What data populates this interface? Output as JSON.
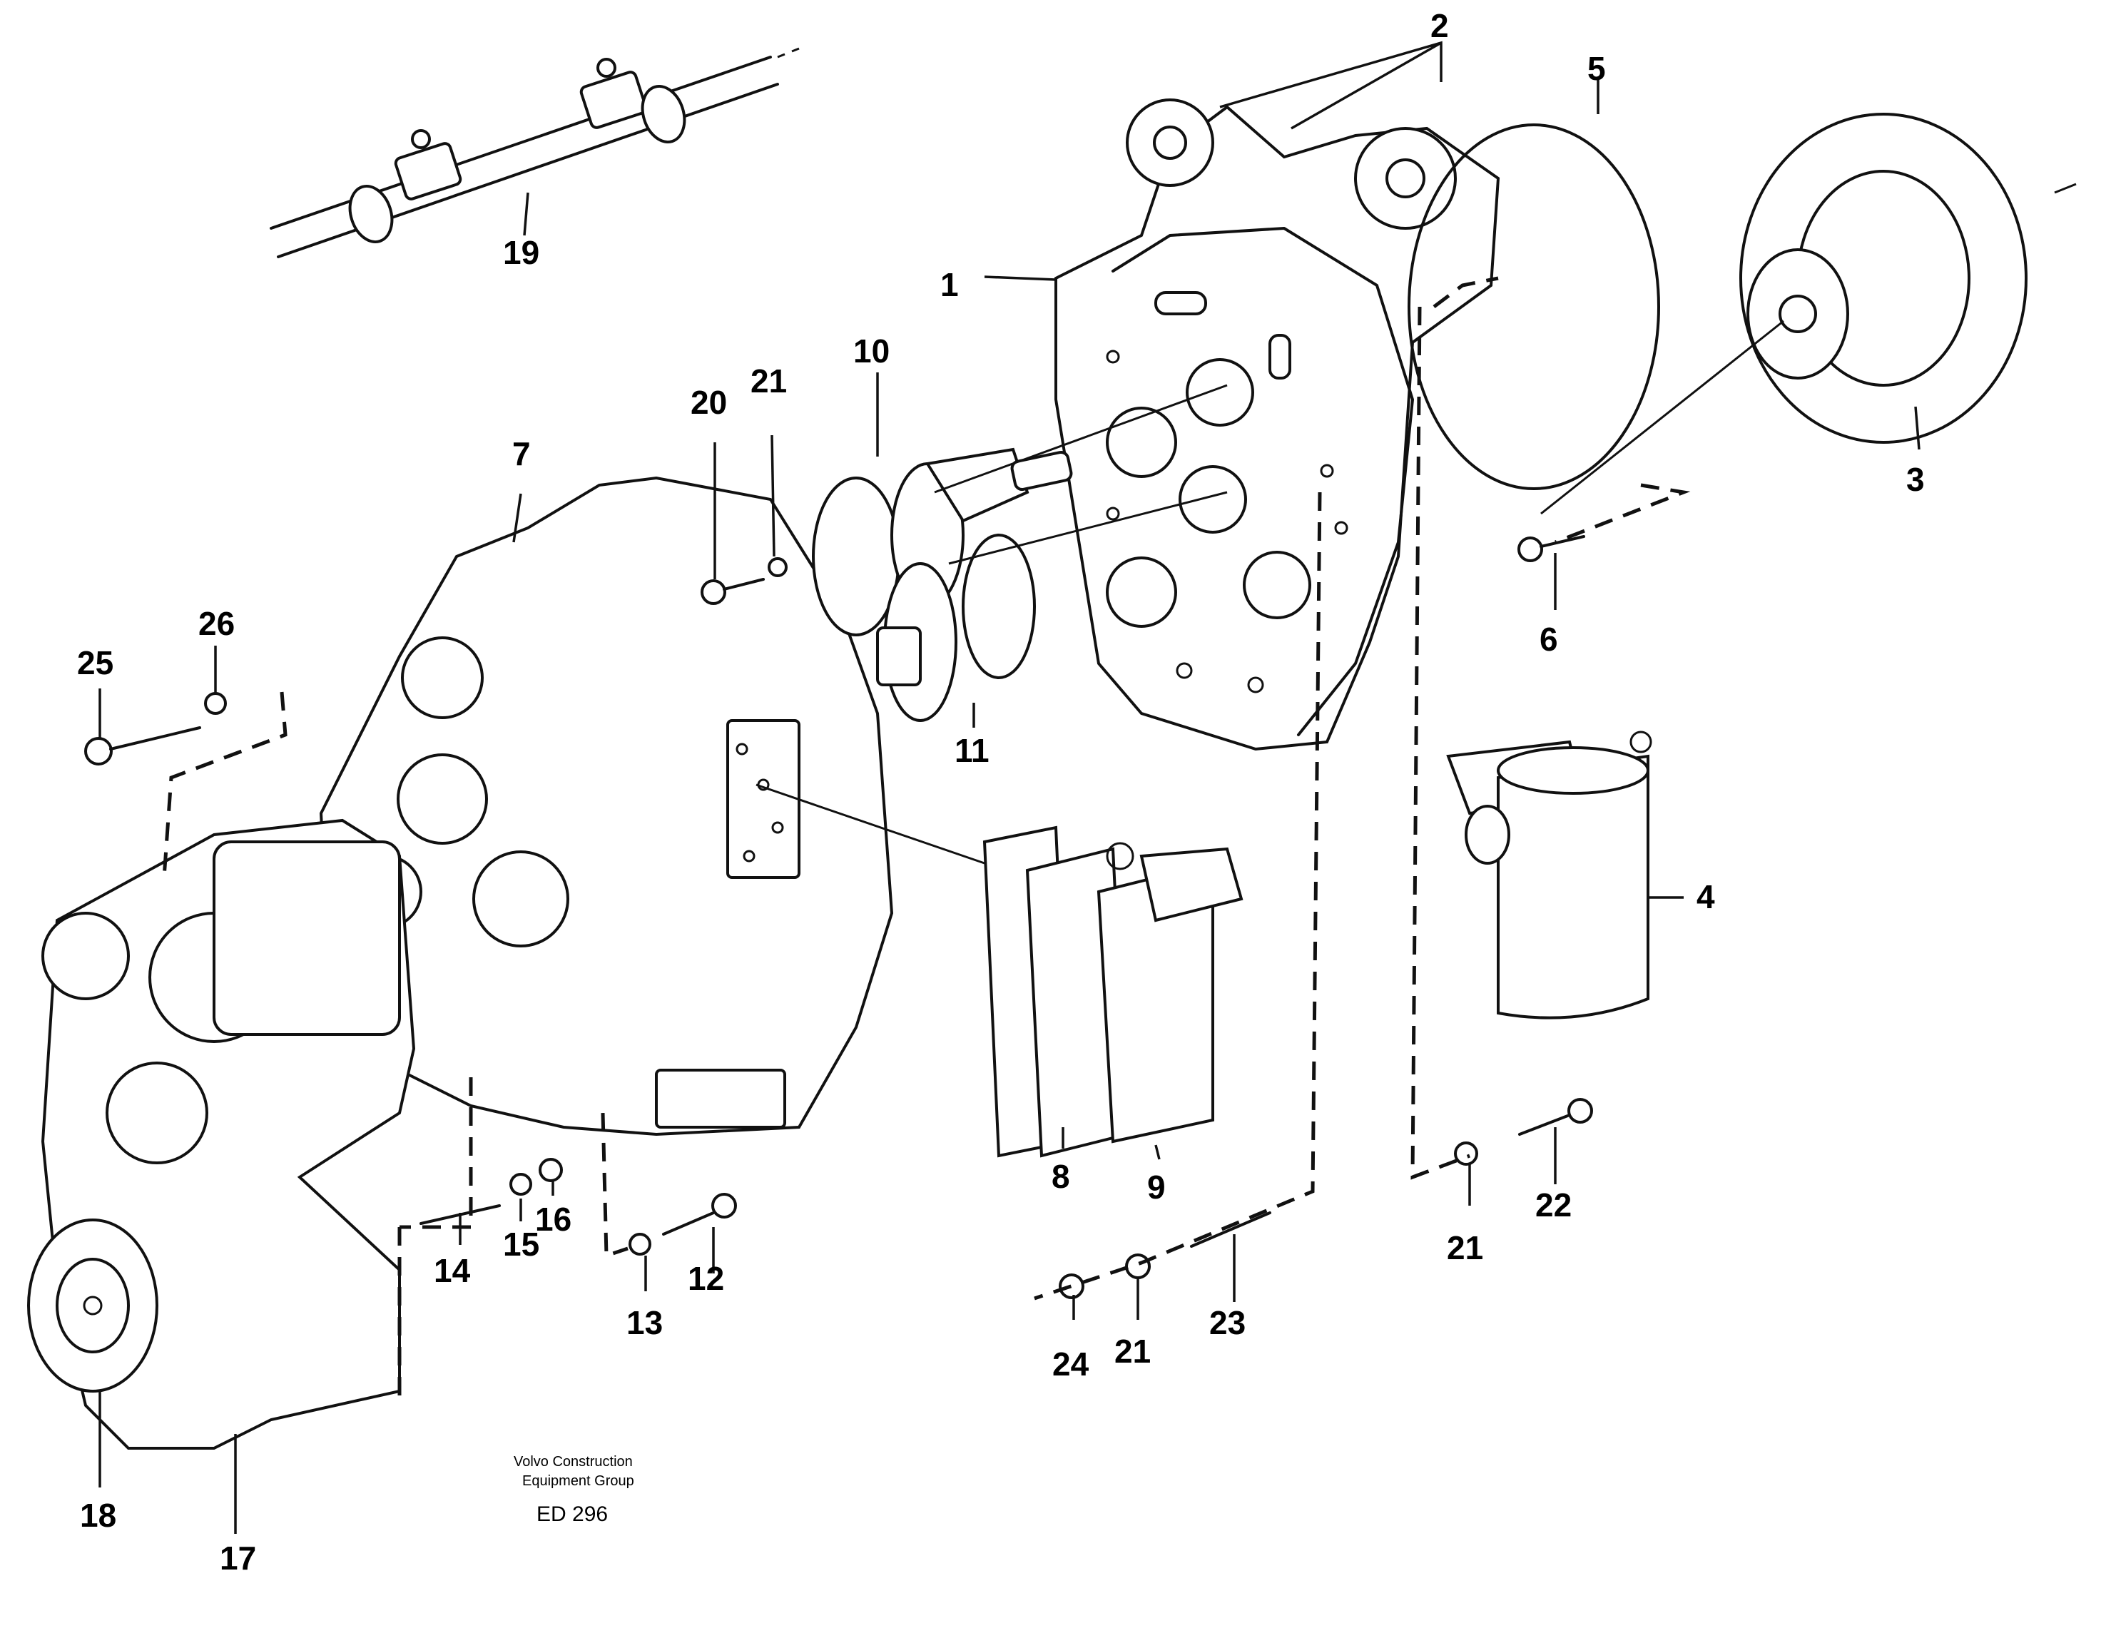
{
  "callouts": [
    {
      "id": "c1",
      "label": "1"
    },
    {
      "id": "c2",
      "label": "2"
    },
    {
      "id": "c3",
      "label": "3"
    },
    {
      "id": "c4",
      "label": "4"
    },
    {
      "id": "c5",
      "label": "5"
    },
    {
      "id": "c6",
      "label": "6"
    },
    {
      "id": "c7",
      "label": "7"
    },
    {
      "id": "c8",
      "label": "8"
    },
    {
      "id": "c9",
      "label": "9"
    },
    {
      "id": "c10",
      "label": "10"
    },
    {
      "id": "c11",
      "label": "11"
    },
    {
      "id": "c12",
      "label": "12"
    },
    {
      "id": "c13",
      "label": "13"
    },
    {
      "id": "c14",
      "label": "14"
    },
    {
      "id": "c15",
      "label": "15"
    },
    {
      "id": "c16",
      "label": "16"
    },
    {
      "id": "c17",
      "label": "17"
    },
    {
      "id": "c18",
      "label": "18"
    },
    {
      "id": "c19",
      "label": "19"
    },
    {
      "id": "c20",
      "label": "20"
    },
    {
      "id": "c21a",
      "label": "21"
    },
    {
      "id": "c21b",
      "label": "21"
    },
    {
      "id": "c21c",
      "label": "21"
    },
    {
      "id": "c22",
      "label": "22"
    },
    {
      "id": "c23",
      "label": "23"
    },
    {
      "id": "c24",
      "label": "24"
    },
    {
      "id": "c25",
      "label": "25"
    },
    {
      "id": "c26",
      "label": "26"
    }
  ],
  "credit": {
    "line1": "Volvo Construction",
    "line2": "Equipment Group",
    "code": "ED 296"
  }
}
